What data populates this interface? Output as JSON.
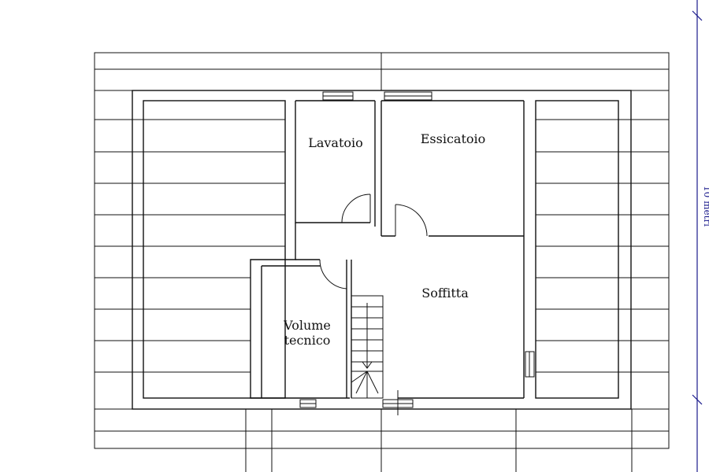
{
  "rooms": {
    "lavatoio": "Lavatoio",
    "essicatoio": "Essicatoio",
    "soffitta": "Soffitta",
    "volume_line1": "Volume",
    "volume_line2": "tecnico"
  },
  "dimension": {
    "label": "10 metri"
  },
  "colors": {
    "wall": "#111111",
    "dimension_line": "#1a1a8c"
  }
}
